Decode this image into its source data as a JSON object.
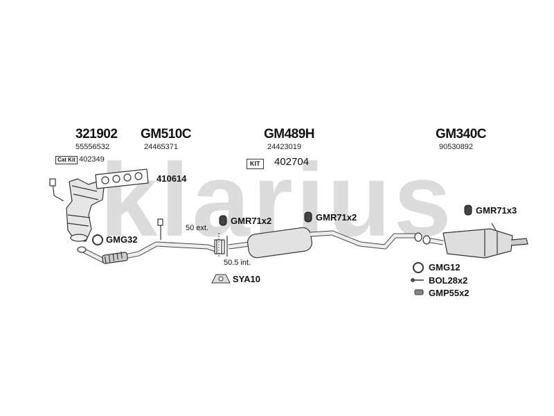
{
  "watermark": "klarius",
  "parts": {
    "p321902": {
      "code": "321902",
      "oe": "55556532",
      "catkit_label": "Cat Kit",
      "catkit_num": "402349",
      "gasket": "410614"
    },
    "gm510c": {
      "code": "GM510C",
      "oe": "24465371"
    },
    "gm489h": {
      "code": "GM489H",
      "oe": "24423019",
      "kit_label": "KIT",
      "kit_num": "402704"
    },
    "gm340c": {
      "code": "GM340C",
      "oe": "90530892"
    }
  },
  "labels": {
    "gmg32": "GMG32",
    "ext": "50 ext.",
    "int": "50.5 int.",
    "sya10": "SYA10",
    "gmr_a": "GMR71x2",
    "gmr_b": "GMR71x2",
    "gmr_c": "GMR71x3",
    "gmg12": "GMG12",
    "bol": "BOL28x2",
    "gmp": "GMP55x2"
  },
  "colors": {
    "watermark": "#dcdcdc",
    "line": "#333333",
    "part_fill": "#e6e6e6"
  },
  "icons": [
    "rubber-mount-icon",
    "clamp-icon",
    "gasket-ring-icon",
    "bolt-icon",
    "spring-icon"
  ]
}
